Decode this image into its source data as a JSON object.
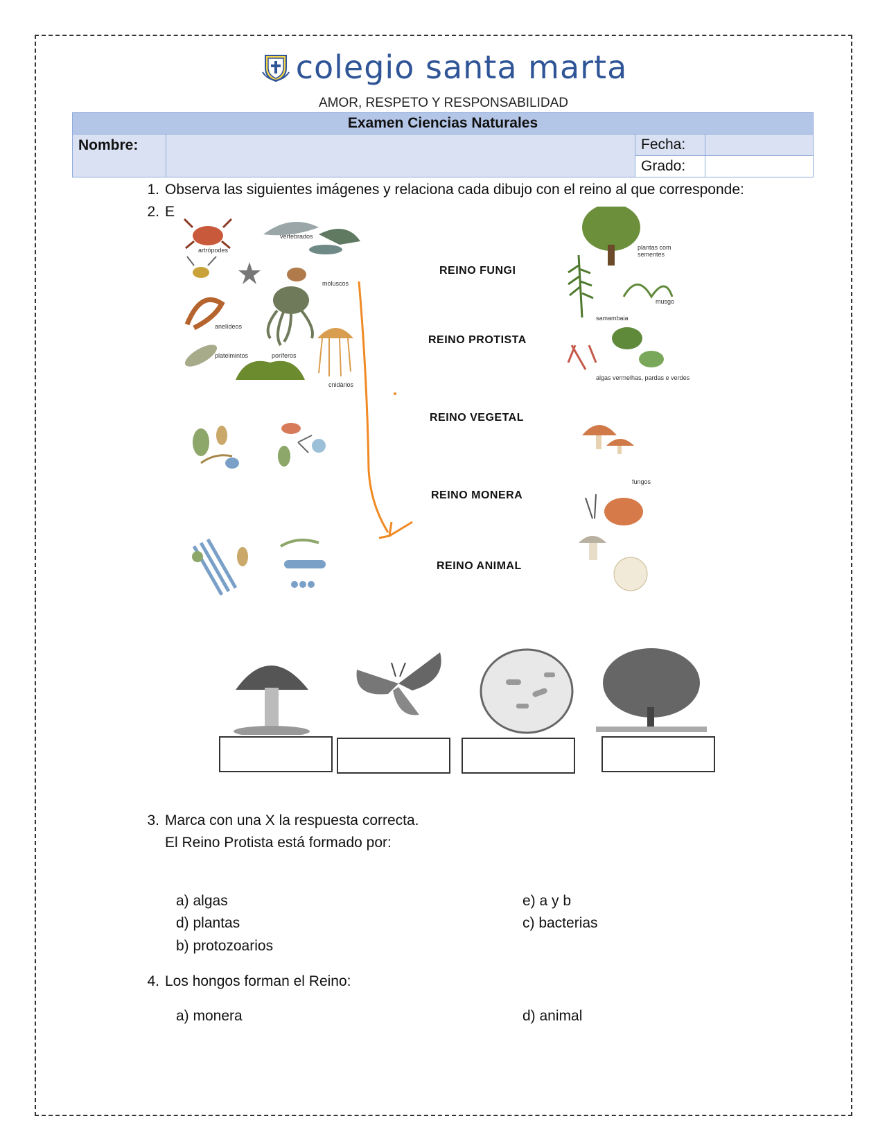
{
  "header": {
    "school_name": "colegio santa marta",
    "motto": "AMOR, RESPETO Y RESPONSABILIDAD"
  },
  "info_table": {
    "exam_title": "Examen Ciencias Naturales",
    "name_label": "Nombre:",
    "date_label": "Fecha:",
    "grade_label": "Grado:"
  },
  "questions": [
    {
      "number": "1.",
      "text": "Observa las siguientes imágenes y relaciona cada dibujo con el reino al que corresponde:"
    },
    {
      "number": "2.",
      "text": "E"
    },
    {
      "number": "3.",
      "text": "Marca con una X la respuesta correcta.",
      "subtext": "El Reino Protista está formado por:"
    },
    {
      "number": "4.",
      "text": "Los hongos forman el Reino:"
    }
  ],
  "kingdoms": [
    "REINO FUNGI",
    "REINO PROTISTA",
    "REINO VEGETAL",
    "REINO MONERA",
    "REINO ANIMAL"
  ],
  "illustration_labels": {
    "animals": [
      "artrópodes",
      "vertebrados",
      "moluscos",
      "anelídeos",
      "platelmintos",
      "poríferos",
      "cnidários"
    ],
    "plants": [
      "plantas com sementes",
      "musgo",
      "samambaia",
      "algas vermelhas, pardas e verdes"
    ],
    "fungi": [
      "fungos"
    ]
  },
  "q3_options": {
    "left": [
      "a) algas",
      "d) plantas",
      "b) protozoarios"
    ],
    "right": [
      "e) a y b",
      "c) bacterias"
    ]
  },
  "q4_options": {
    "left": [
      "a) monera"
    ],
    "right": [
      "d) animal"
    ]
  },
  "colors": {
    "title_blue": "#2f5597",
    "table_header": "#b4c6e7",
    "table_cell": "#d9e1f2",
    "arrow_orange": "#f08a24"
  }
}
